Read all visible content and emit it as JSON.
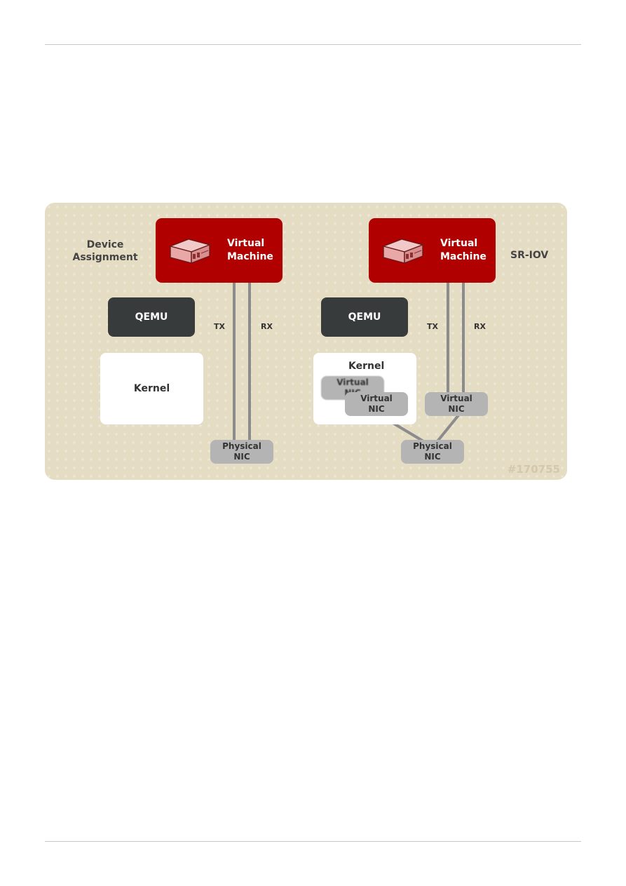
{
  "diagram": {
    "left": {
      "title": "Device\nAssignment",
      "vm_label": "Virtual\nMachine",
      "qemu_label": "QEMU",
      "kernel_label": "Kernel",
      "tx_label": "TX",
      "rx_label": "RX",
      "physical_nic_label": "Physical\nNIC"
    },
    "right": {
      "title": "SR-IOV",
      "vm_label": "Virtual\nMachine",
      "qemu_label": "QEMU",
      "kernel_label": "Kernel",
      "tx_label": "TX",
      "rx_label": "RX",
      "virtual_nic_back_label": "Virtual\nNIC",
      "virtual_nic_front_label": "Virtual\nNIC",
      "virtual_nic_vm_label": "Virtual\nNIC",
      "physical_nic_label": "Physical\nNIC"
    },
    "watermark": "#170755",
    "colors": {
      "background": "#e5dcc4",
      "vm": "#b10000",
      "qemu": "#373b3c",
      "nic": "#b4b4b4",
      "line": "#8c8c8c"
    }
  }
}
